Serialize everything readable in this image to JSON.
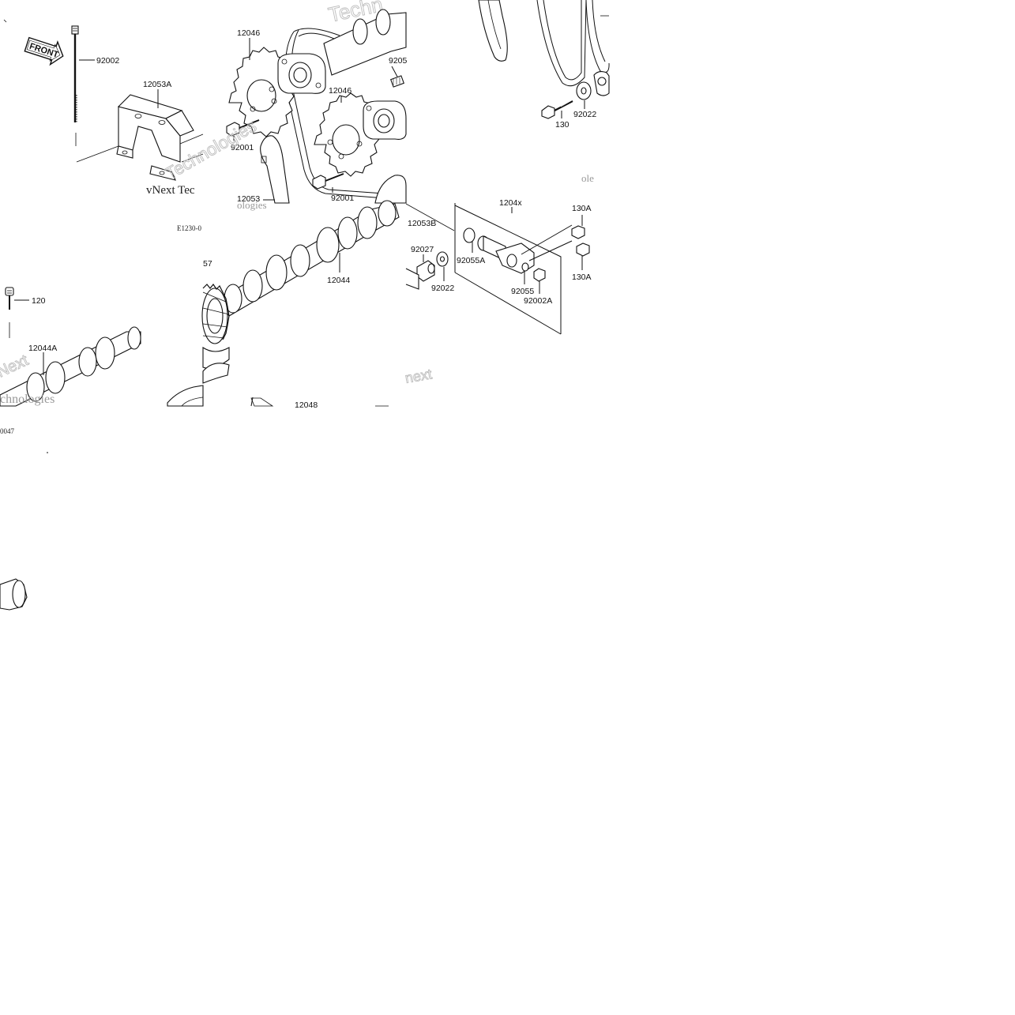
{
  "diagram": {
    "front_badge": "FRONT",
    "watermarks": {
      "w1": "vNext Tec",
      "w2": "Technologies",
      "w3": "Techn",
      "w4": "Next",
      "w5": "chnologies",
      "w6": "next",
      "w7": "ologies",
      "w8": "ole"
    },
    "figure_refs": {
      "ref1": "E1230-0",
      "ref2": "0047"
    },
    "part_labels": {
      "p_92002": "92002",
      "p_12053A": "12053A",
      "p_12046_a": "12046",
      "p_12046_b": "12046",
      "p_92001_a": "92001",
      "p_92001_b": "92001",
      "p_12053": "12053",
      "p_9205": "9205",
      "p_130": "130",
      "p_92022_a": "92022",
      "p_1204x": "1204x",
      "p_130A_a": "130A",
      "p_130A_b": "130A",
      "p_12053B": "12053B",
      "p_92027": "92027",
      "p_92055A": "92055A",
      "p_92022_b": "92022",
      "p_92055": "92055",
      "p_92002A": "92002A",
      "p_12044": "12044",
      "p_57": "57",
      "p_120": "120",
      "p_12044A": "12044A",
      "p_12048": "12048"
    }
  }
}
